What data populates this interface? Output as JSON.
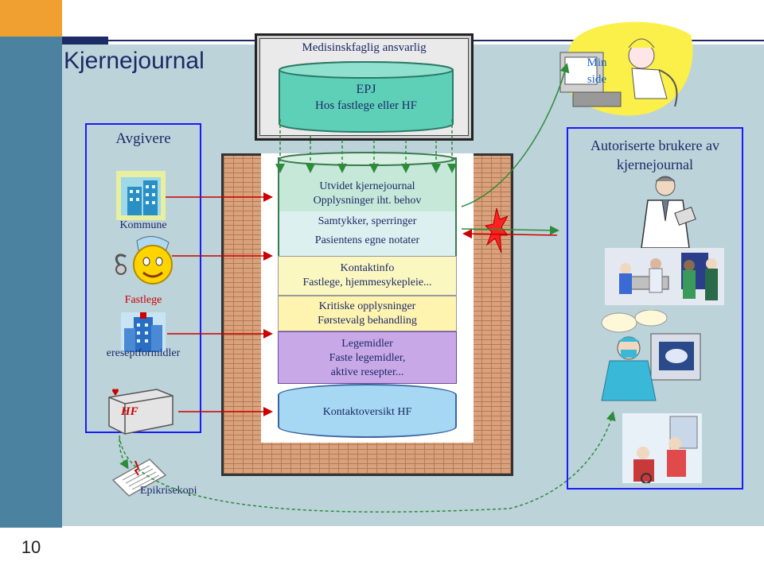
{
  "title": "Kjernejournal",
  "page_number": "10",
  "epj": {
    "header": "Medisinskfaglig ansvarlig",
    "line1": "EPJ",
    "line2": "Hos fastlege eller HF"
  },
  "avgivere": {
    "heading": "Avgivere",
    "kommune": "Kommune",
    "fastlege": "Fastlege",
    "ereseptformidler": "ereseptformidler",
    "hf": "HF"
  },
  "core_layers": {
    "l1a": "Utvidet kjernejournal",
    "l1b": "Opplysninger iht. behov",
    "l2a": "Samtykker, sperringer",
    "l2b": "Pasientens egne notater",
    "l3a": "Kontaktinfo",
    "l3b": "Fastlege, hjemmesykepleie...",
    "l4a": "Kritiske opplysninger",
    "l4b": "Førstevalg behandling",
    "l5a": "Legemidler",
    "l5b": "Faste legemidler,",
    "l5c": "aktive resepter...",
    "l6": "Kontaktoversikt HF"
  },
  "users": {
    "heading_line1": "Autoriserte brukere av",
    "heading_line2": "kjernejournal",
    "min_side_line1": "Min",
    "min_side_line2": "side"
  },
  "epikrisekopi": "Epikrisekopi",
  "colors": {
    "sidebar": "#4a82a0",
    "accent_orange": "#f0a030",
    "navy": "#1c2a66",
    "background": "#bcd3da",
    "box_border": "#1a1aff",
    "arrow_red": "#cc0000",
    "arrow_green": "#2e8b3a"
  }
}
